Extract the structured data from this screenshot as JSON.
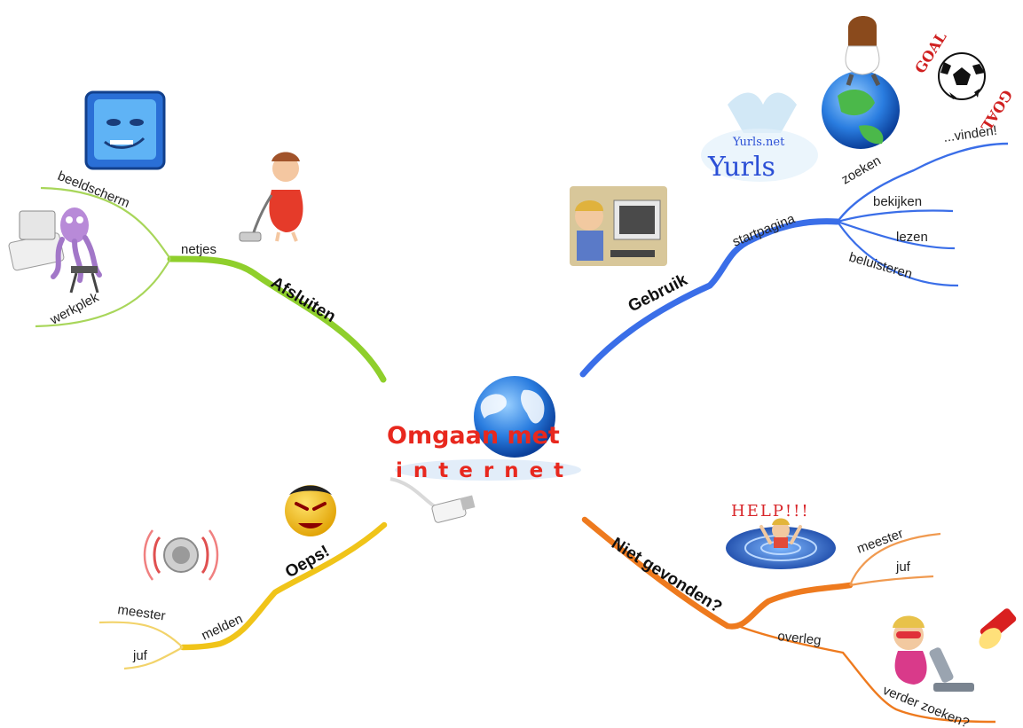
{
  "center": {
    "line1": "Omgaan met",
    "line2": "internet"
  },
  "branches": {
    "afsluiten": {
      "label": "Afsluiten",
      "color": "#8fcf2c",
      "sub": {
        "label": "netjes",
        "children": [
          "beeldscherm",
          "werkplek"
        ]
      }
    },
    "gebruik": {
      "label": "Gebruik",
      "color": "#3a6ee8",
      "sub": {
        "label": "startpagina",
        "children": [
          "zoeken",
          "bekijken",
          "lezen",
          "beluisteren"
        ]
      },
      "sub2": {
        "label": "...vinden!"
      }
    },
    "oeps": {
      "label": "Oeps!",
      "color": "#f0c419",
      "sub": {
        "label": "melden",
        "children": [
          "meester",
          "juf"
        ]
      }
    },
    "niet_gevonden": {
      "label": "Niet gevonden?",
      "color": "#ee7a1e",
      "sub1": {
        "children": [
          "meester",
          "juf"
        ]
      },
      "sub2": {
        "label": "overleg",
        "children": [
          "verder zoeken?"
        ]
      }
    }
  },
  "decorations": {
    "help_text": "HELP!!!",
    "goal_text_top": "GOAL",
    "goal_text_bottom": "GOAL",
    "yurls_small": "Yurls.net",
    "yurls_big": "Yurls"
  },
  "icons": [
    "monitor-face-icon",
    "octopus-computer-icon",
    "vacuum-woman-icon",
    "computer-user-icon",
    "yurls-logo-icon",
    "girl-on-globe-icon",
    "soccer-ball-icon",
    "globe-cable-icon",
    "alarm-icon",
    "angry-smiley-icon",
    "help-drowning-icon",
    "microscope-woman-icon",
    "flashlight-icon"
  ]
}
